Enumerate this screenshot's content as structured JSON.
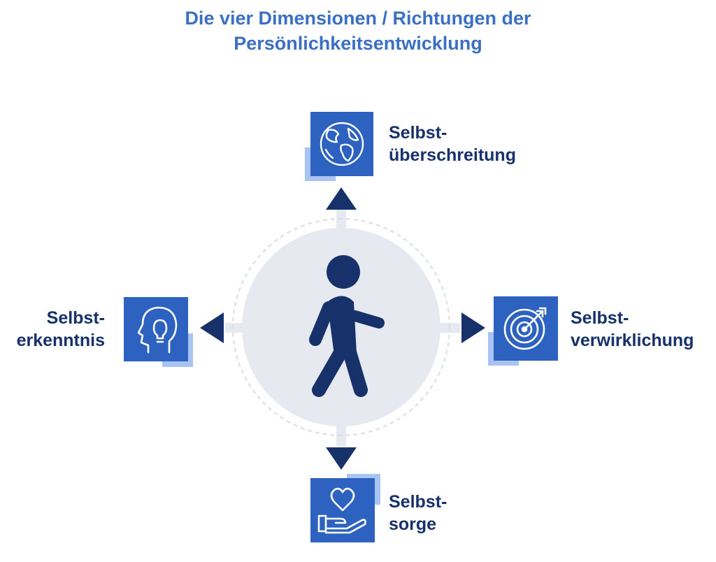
{
  "title": {
    "line1": "Die vier Dimensionen / Richtungen der",
    "line2": "Persönlichkeitsentwicklung"
  },
  "center": {
    "icon": "walking-person-icon"
  },
  "dimensions": [
    {
      "key": "top",
      "icon": "globe-icon",
      "label_line1": "Selbst-",
      "label_line2": "überschreitung"
    },
    {
      "key": "right",
      "icon": "target-icon",
      "label_line1": "Selbst-",
      "label_line2": "verwirklichung"
    },
    {
      "key": "bottom",
      "icon": "hand-heart-icon",
      "label_line1": "Selbst-",
      "label_line2": "sorge"
    },
    {
      "key": "left",
      "icon": "head-lightbulb-icon",
      "label_line1": "Selbst-",
      "label_line2": "erkenntnis"
    }
  ],
  "colors": {
    "title": "#3a6fc4",
    "label": "#17316b",
    "tile": "#2d62c0",
    "tile_shadow": "#a9c4f2",
    "arrow": "#17316b",
    "circle": "#e6e9ef",
    "ring": "#d9dce2",
    "connector": "#e6e9ef",
    "figure": "#17316b"
  }
}
